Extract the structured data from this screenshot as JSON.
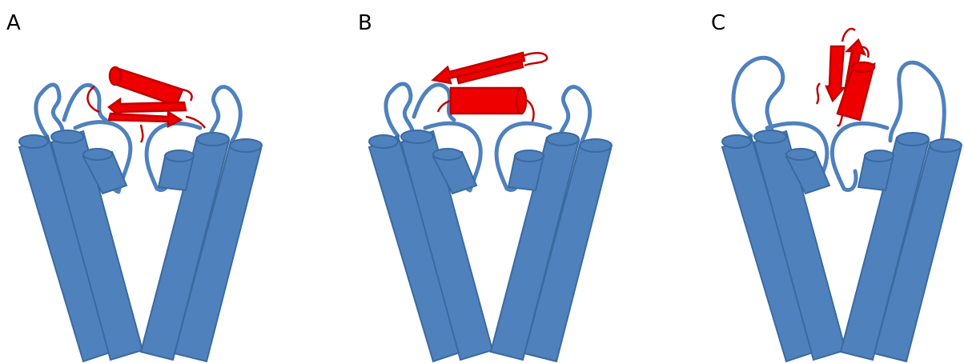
{
  "panels": [
    {
      "label": "A"
    },
    {
      "label": "B"
    },
    {
      "label": "C"
    }
  ],
  "colors": {
    "channel": "#4f81bd",
    "channel_edge": "#3a6aa0",
    "ligand": "#ee0000",
    "ligand_dark": "#c00000",
    "background": "#ffffff"
  }
}
